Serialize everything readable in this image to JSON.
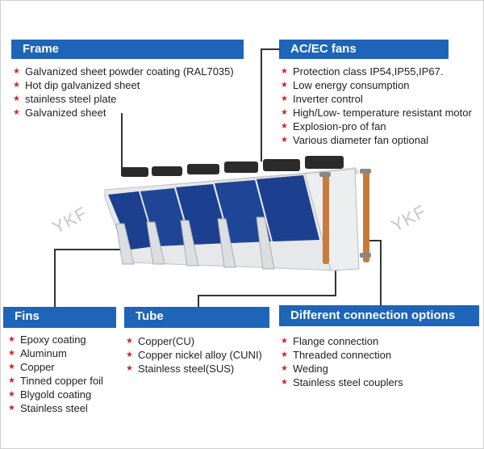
{
  "watermark": "YKF",
  "sections": {
    "frame": {
      "title": "Frame",
      "items": [
        "Galvanized sheet powder coating (RAL7035)",
        "Hot dip galvanized sheet",
        "stainless steel plate",
        "Galvanized sheet"
      ]
    },
    "fans": {
      "title": "AC/EC fans",
      "items": [
        "Protection class IP54,IP55,IP67.",
        "Low energy consumption",
        "Inverter control",
        "High/Low- temperature resistant motor",
        "Explosion-pro of fan",
        "Various diameter fan optional"
      ]
    },
    "fins": {
      "title": "Fins",
      "items": [
        "Epoxy coating",
        "Aluminum",
        "Copper",
        "Tinned copper foil",
        "Blygold coating",
        "Stainless steel"
      ]
    },
    "tube": {
      "title": "Tube",
      "items": [
        "Copper(CU)",
        "Copper nickel alloy (CUNI)",
        "Stainless steel(SUS)"
      ]
    },
    "connection": {
      "title": "Different connection options",
      "items": [
        "Flange connection",
        "Threaded connection",
        "Weding",
        "Stainless steel couplers"
      ]
    }
  },
  "colors": {
    "header_blue": "#1e64b8",
    "bullet_red": "#d2262a",
    "coil_blue": "#1c3f8f",
    "frame_gray": "#e6e8ea",
    "copper": "#c77a3c"
  },
  "icons": {
    "bullet": "star-icon"
  }
}
